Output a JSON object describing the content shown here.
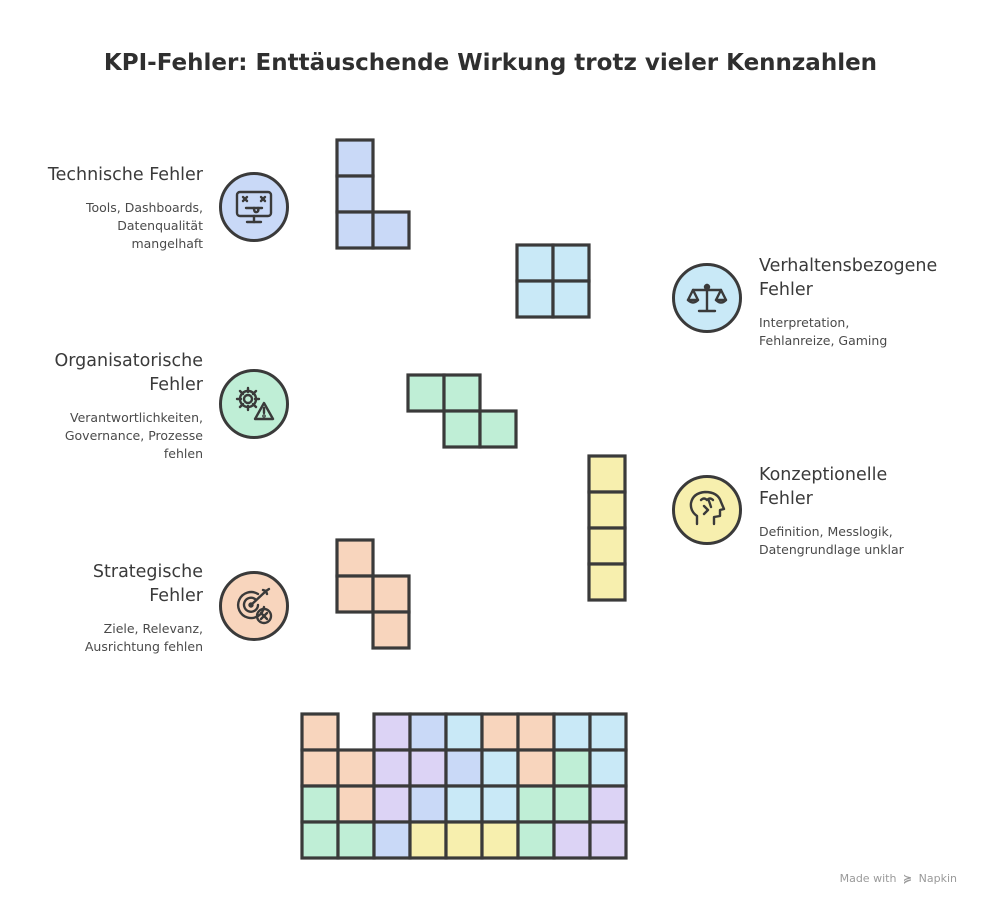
{
  "title": "KPI-Fehler: Enttäuschende Wirkung trotz vieler Kennzahlen",
  "categories": [
    {
      "heading": [
        "Technische Fehler"
      ],
      "description": [
        "Tools, Dashboards,",
        "Datenqualität",
        "mangelhaft"
      ],
      "color": "#c9d9f7",
      "icon": "broken-monitor-icon",
      "side": "left"
    },
    {
      "heading": [
        "Verhaltensbezogene",
        "Fehler"
      ],
      "description": [
        "Interpretation,",
        "Fehlanreize, Gaming"
      ],
      "color": "#c9e9f7",
      "icon": "balance-scale-icon",
      "side": "right"
    },
    {
      "heading": [
        "Organisatorische",
        "Fehler"
      ],
      "description": [
        "Verantwortlichkeiten,",
        "Governance, Prozesse",
        "fehlen"
      ],
      "color": "#bfeed6",
      "icon": "gear-warning-icon",
      "side": "left"
    },
    {
      "heading": [
        "Konzeptionelle",
        "Fehler"
      ],
      "description": [
        "Definition, Messlogik,",
        "Datengrundlage unklar"
      ],
      "color": "#f7efae",
      "icon": "head-puzzle-icon",
      "side": "right"
    },
    {
      "heading": [
        "Strategische",
        "Fehler"
      ],
      "description": [
        "Ziele, Relevanz,",
        "Ausrichtung fehlen"
      ],
      "color": "#f8d5bd",
      "icon": "target-cross-icon",
      "side": "left"
    }
  ],
  "colors": {
    "blue": "#c9d9f7",
    "cyan": "#c9e9f7",
    "green": "#bfeed6",
    "yellow": "#f7efae",
    "orange": "#f8d5bd",
    "purple": "#dcd3f5",
    "stroke": "#3a3a3a"
  },
  "footer": {
    "prefix": "Made with",
    "brand": "Napkin"
  }
}
